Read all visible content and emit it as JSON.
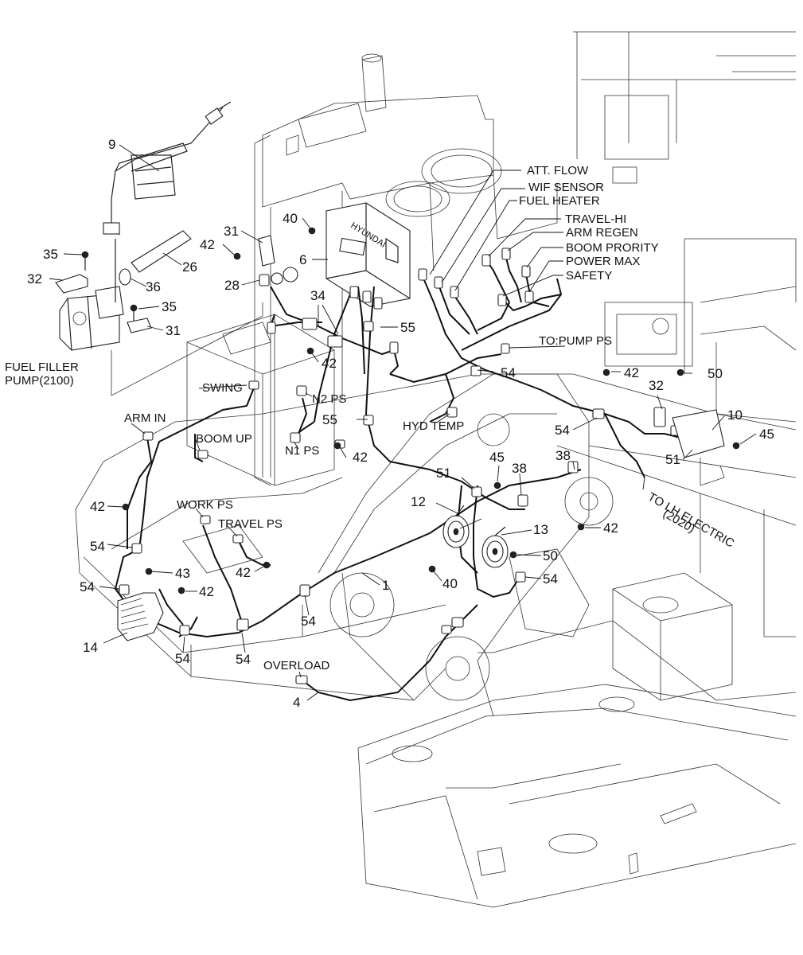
{
  "brand": "HYUNDAI",
  "labels": {
    "att_flow": "ATT. FLOW",
    "wif_sensor": "WIF SENSOR",
    "fuel_heater": "FUEL HEATER",
    "travel_hi": "TRAVEL-HI",
    "arm_regen": "ARM REGEN",
    "boom_prority": "BOOM PRORITY",
    "power_max": "POWER MAX",
    "safety": "SAFETY",
    "to_pump_ps": "TO:PUMP PS",
    "fuel_filler_pump_1": "FUEL FILLER",
    "fuel_filler_pump_2": "PUMP(2100)",
    "swing": "SWING",
    "n2_ps": "N2 PS",
    "n1_ps": "N1 PS",
    "arm_in": "ARM IN",
    "boom_up": "BOOM UP",
    "hyd_temp": "HYD TEMP",
    "work_ps": "WORK PS",
    "travel_ps": "TRAVEL PS",
    "to_lh_electric_1": "TO LH ELECTRIC",
    "to_lh_electric_2": "(2020)",
    "overload": "OVERLOAD"
  },
  "callouts": {
    "c9": "9",
    "c35a": "35",
    "c32a": "32",
    "c26": "26",
    "c36": "36",
    "c35b": "35",
    "c31a": "31",
    "c31b": "31",
    "c42a": "42",
    "c28": "28",
    "c40a": "40",
    "c6": "6",
    "c34": "34",
    "c55a": "55",
    "c42b": "42",
    "c54a": "54",
    "c42c": "42",
    "c50a": "50",
    "c32b": "32",
    "c10": "10",
    "c45a": "45",
    "c54b": "54",
    "c51a": "51",
    "c55b": "55",
    "c42d": "42",
    "c45b": "45",
    "c38a": "38",
    "c38b": "38",
    "c51b": "51",
    "c12": "12",
    "c13": "13",
    "c42e": "42",
    "c42f": "42",
    "c54c": "54",
    "c50b": "50",
    "c54d": "54",
    "c40b": "40",
    "c1": "1",
    "c42g": "42",
    "c43": "43",
    "c54e": "54",
    "c42h": "42",
    "c14": "14",
    "c54f": "54",
    "c54g": "54",
    "c54h": "54",
    "c4": "4"
  }
}
